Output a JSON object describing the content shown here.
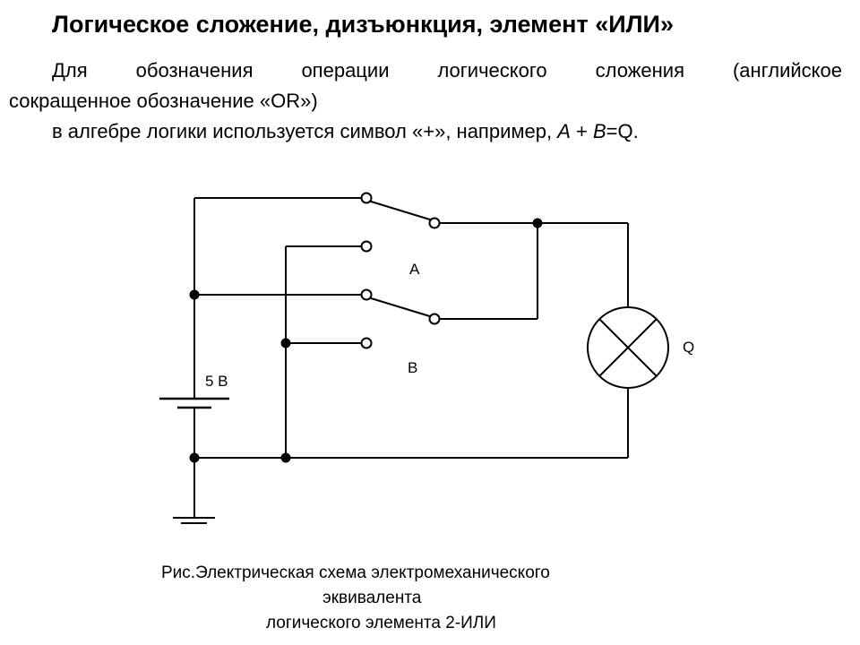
{
  "title": "Логическое сложение, дизъюнкция, элемент «ИЛИ»",
  "paragraph": {
    "line1": "Для обозначения операции логического сложения (английское",
    "line2": "сокращенное обозначение «OR»)",
    "line3_prefix": "в алгебре логики используется символ «+», например, ",
    "line3_formula_a": "A",
    "line3_formula_mid": " + ",
    "line3_formula_b": "B",
    "line3_formula_eq": "=",
    "line3_formula_q": "Q",
    "line3_suffix": "."
  },
  "diagram": {
    "label_a": "A",
    "label_b": "B",
    "label_q": "Q",
    "label_voltage": "5 В"
  },
  "caption": {
    "line1": "Рис.Электрическая схема электромеханического",
    "line2": "эквивалента",
    "line3": "логического элемента 2-ИЛИ"
  }
}
